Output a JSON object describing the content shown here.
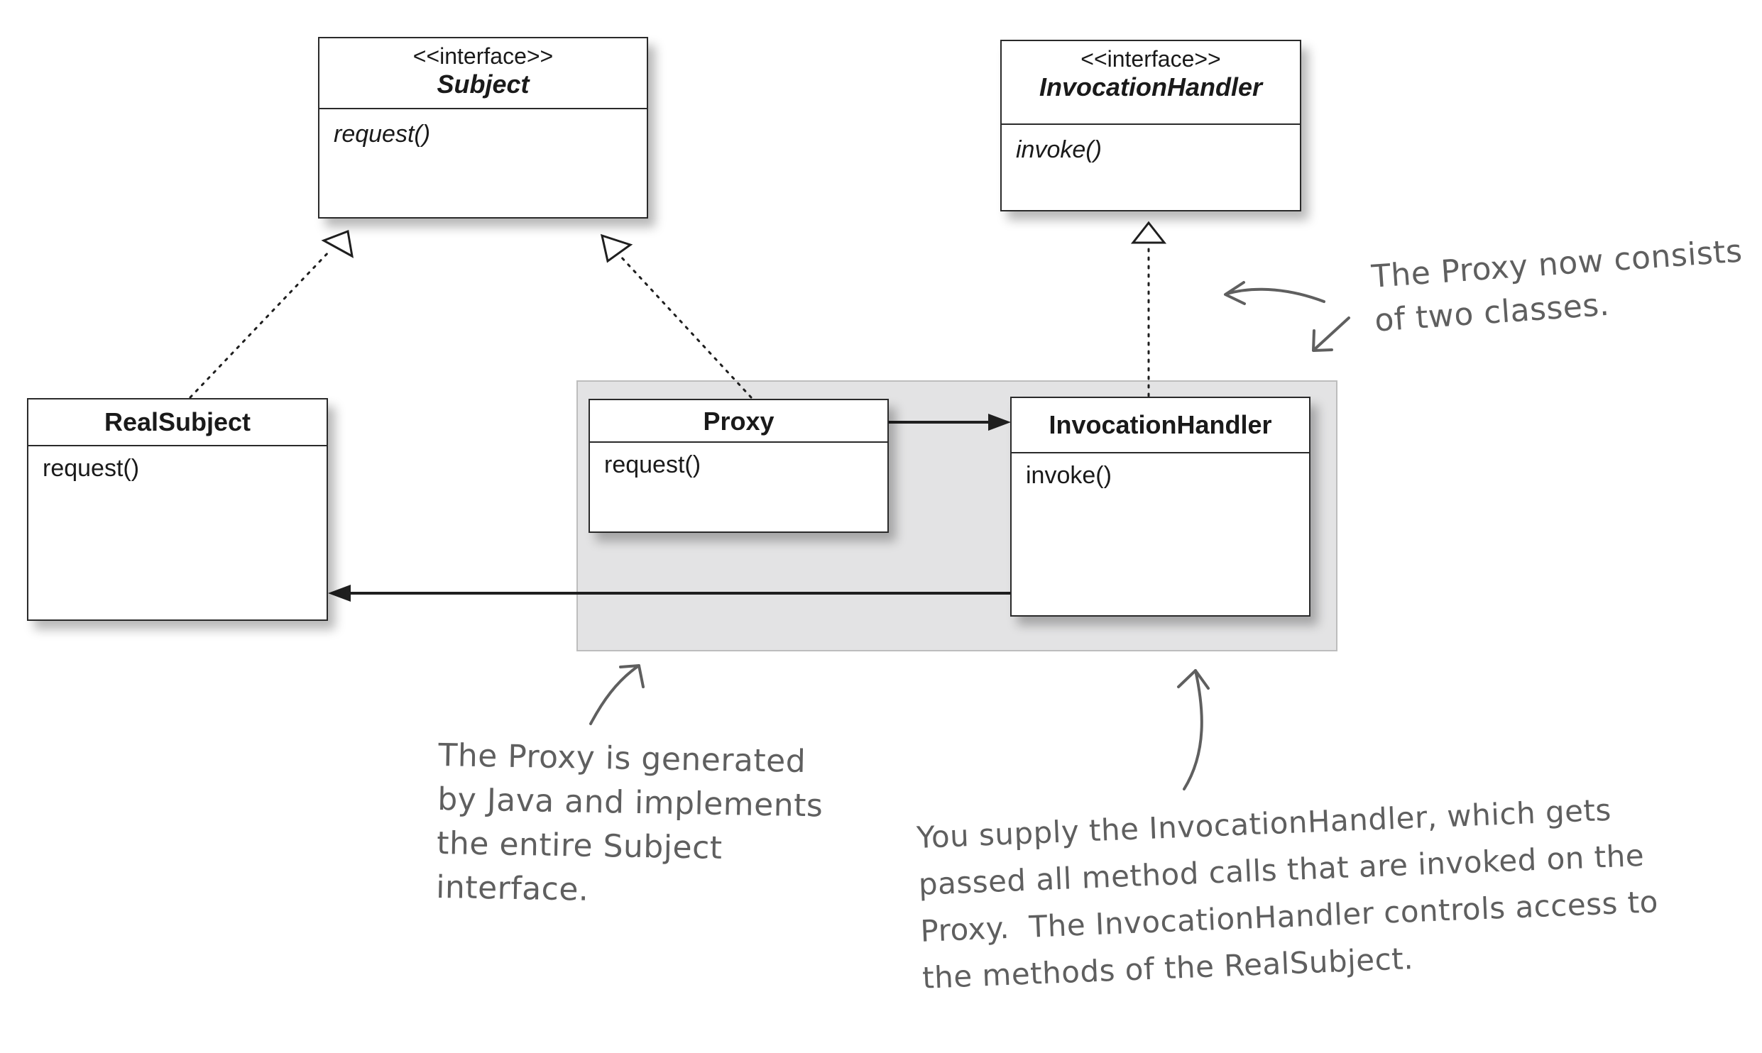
{
  "classes": {
    "subject": {
      "stereotype": "<<interface>>",
      "name": "Subject",
      "method": "request()"
    },
    "invocation_handler_interface": {
      "stereotype": "<<interface>>",
      "name": "InvocationHandler",
      "method": "invoke()"
    },
    "real_subject": {
      "name": "RealSubject",
      "method": "request()"
    },
    "proxy": {
      "name": "Proxy",
      "method": "request()"
    },
    "invocation_handler": {
      "name": "InvocationHandler",
      "method": "invoke()"
    }
  },
  "annotations": {
    "two_classes": "The Proxy now consists\nof two classes.",
    "generated": "The Proxy is generated\nby Java and implements\nthe entire Subject\ninterface.",
    "supply_handler": "You supply the InvocationHandler, which gets\npassed all method calls that are invoked on the\nProxy.  The InvocationHandler controls access to\nthe methods of the RealSubject."
  },
  "colors": {
    "line": "#1f1f1f",
    "group_fill": "#e3e3e4",
    "note_text": "#5f5f5f"
  }
}
